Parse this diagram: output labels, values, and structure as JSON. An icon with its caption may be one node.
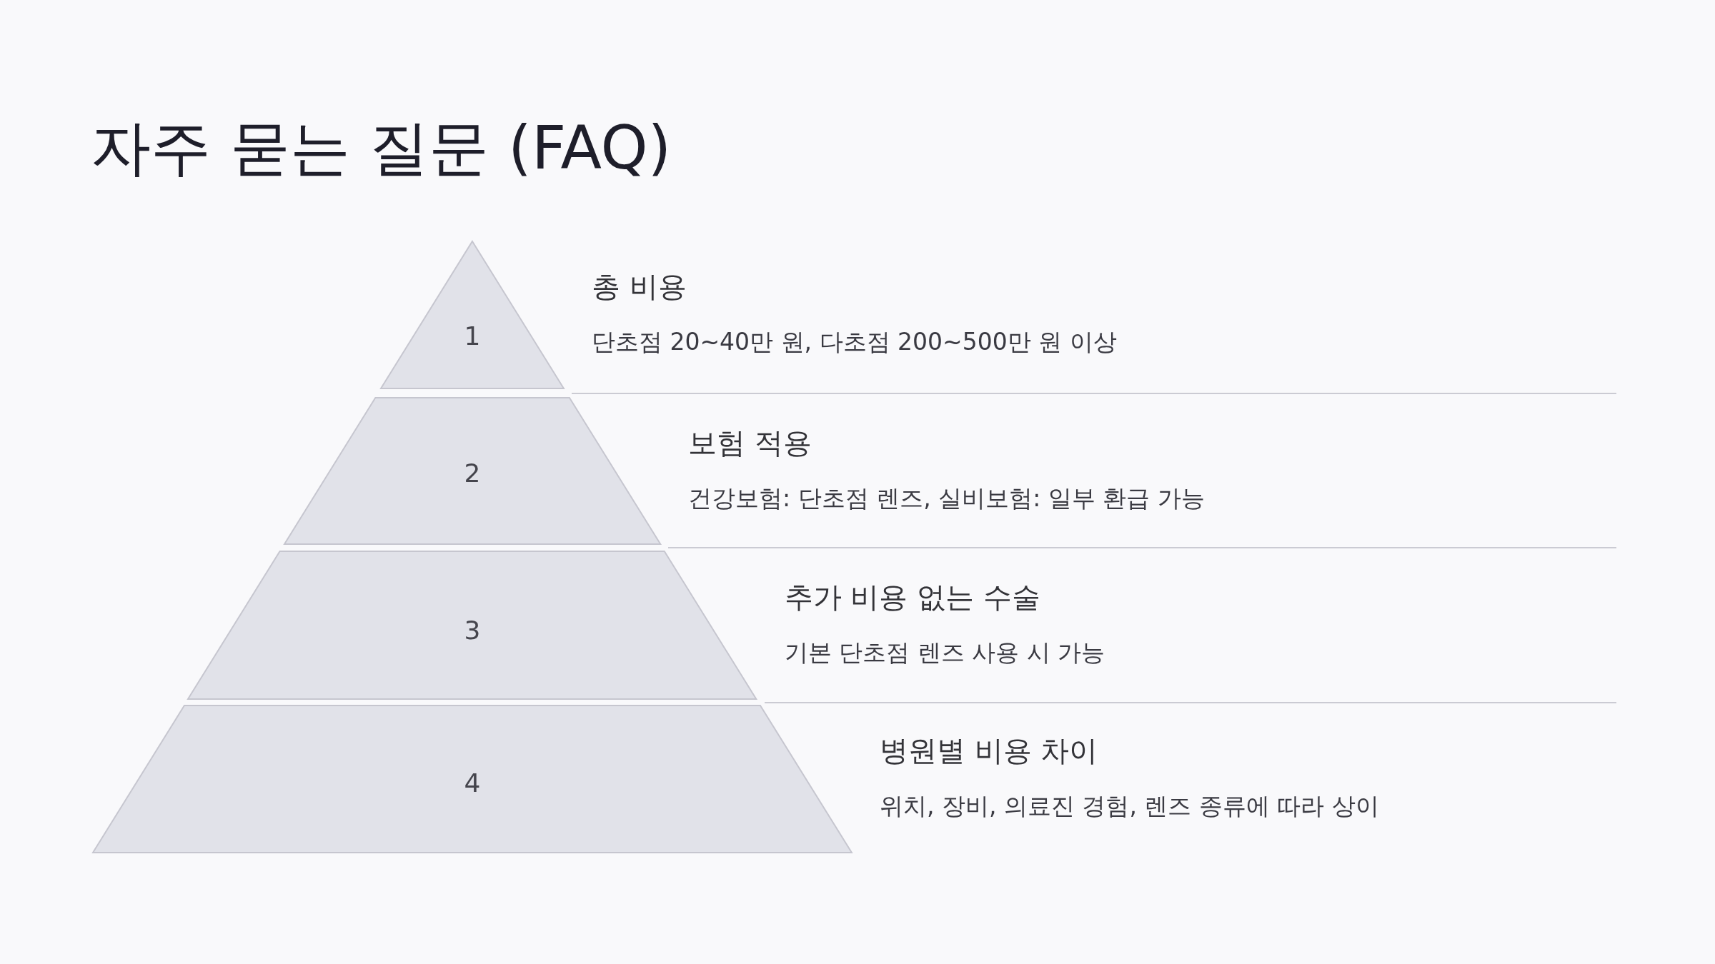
{
  "diagram": {
    "title": "자주 묻는 질문 (FAQ)",
    "nodes": [
      {
        "text": [
          "1"
        ],
        "beside": [
          "총 비용",
          "단초점 20~40만 원, 다초점 200~500만 원 이상"
        ]
      },
      {
        "text": [
          "2"
        ],
        "beside": [
          "보험 적용",
          "건강보험: 단초점 렌즈, 실비보험: 일부 환급 가능"
        ]
      },
      {
        "text": [
          "3"
        ],
        "beside": [
          "추가 비용 없는 수술",
          "기본 단초점 렌즈 사용 시 가능"
        ]
      },
      {
        "text": [
          "4"
        ],
        "beside": [
          "병원별 비용 차이",
          "위치, 장비, 의료진 경험, 렌즈 종류에 따라 상이"
        ]
      }
    ]
  }
}
